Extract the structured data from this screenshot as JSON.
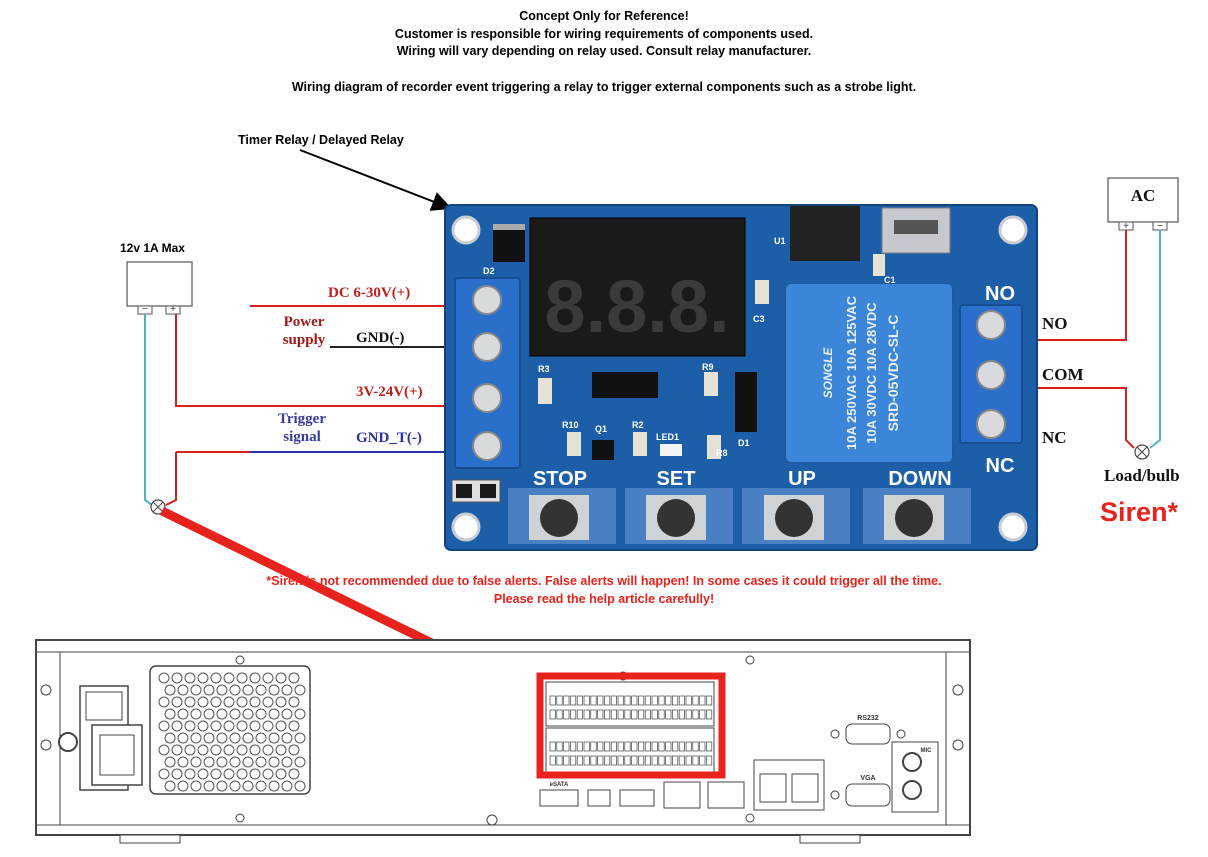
{
  "header": {
    "line1": "Concept Only for Reference!",
    "line2": "Customer is responsible for wiring requirements of components used.",
    "line3": "Wiring will vary depending on relay used. Consult relay manufacturer.",
    "line4": "Wiring diagram of recorder event triggering a relay to trigger external components such as a strobe light."
  },
  "labels": {
    "timer_relay": "Timer Relay / Delayed Relay",
    "power_12v": "12v 1A Max",
    "dc_in": "DC 6-30V(+)",
    "power_supply_1": "Power",
    "power_supply_2": "supply",
    "gnd": "GND(-)",
    "v3_24": "3V-24V(+)",
    "trigger_1": "Trigger",
    "trigger_2": "signal",
    "gnd_t": "GND_T(-)",
    "no": "NO",
    "com": "COM",
    "nc": "NC",
    "ac": "AC",
    "load": "Load/bulb",
    "siren": "Siren*",
    "psu_minus": "−",
    "psu_plus": "+",
    "ac_plus": "+",
    "ac_minus": "−"
  },
  "warning": {
    "line1": "*Siren is not recommended due to false alerts. False alerts will happen! In some cases it could trigger all the time.",
    "line2": "Please read the help article carefully!"
  },
  "board": {
    "display": "8.8.8.",
    "buttons": [
      "STOP",
      "SET",
      "UP",
      "DOWN"
    ],
    "no_silk": "NO",
    "nc_silk": "NC",
    "relay_lines": [
      "SONGLE",
      "10A 250VAC 10A 125VAC",
      "10A 30VDC 10A 28VDC",
      "SRD-05VDC-SL-C"
    ],
    "components": [
      "D2",
      "U1",
      "C1",
      "C3",
      "R3",
      "R9",
      "R10",
      "Q1",
      "R2",
      "LED1",
      "R8",
      "D1"
    ]
  },
  "recorder": {
    "port_labels": [
      "RS232",
      "VGA",
      "MIC",
      "eSATA"
    ]
  },
  "colors": {
    "red_wire": "#d62020",
    "blue_wire": "#2a34a8",
    "cyan_wire": "#4fb3c4",
    "highlight": "#e8231e",
    "pcb": "#1c5fa8",
    "siren": "#e8231e"
  }
}
